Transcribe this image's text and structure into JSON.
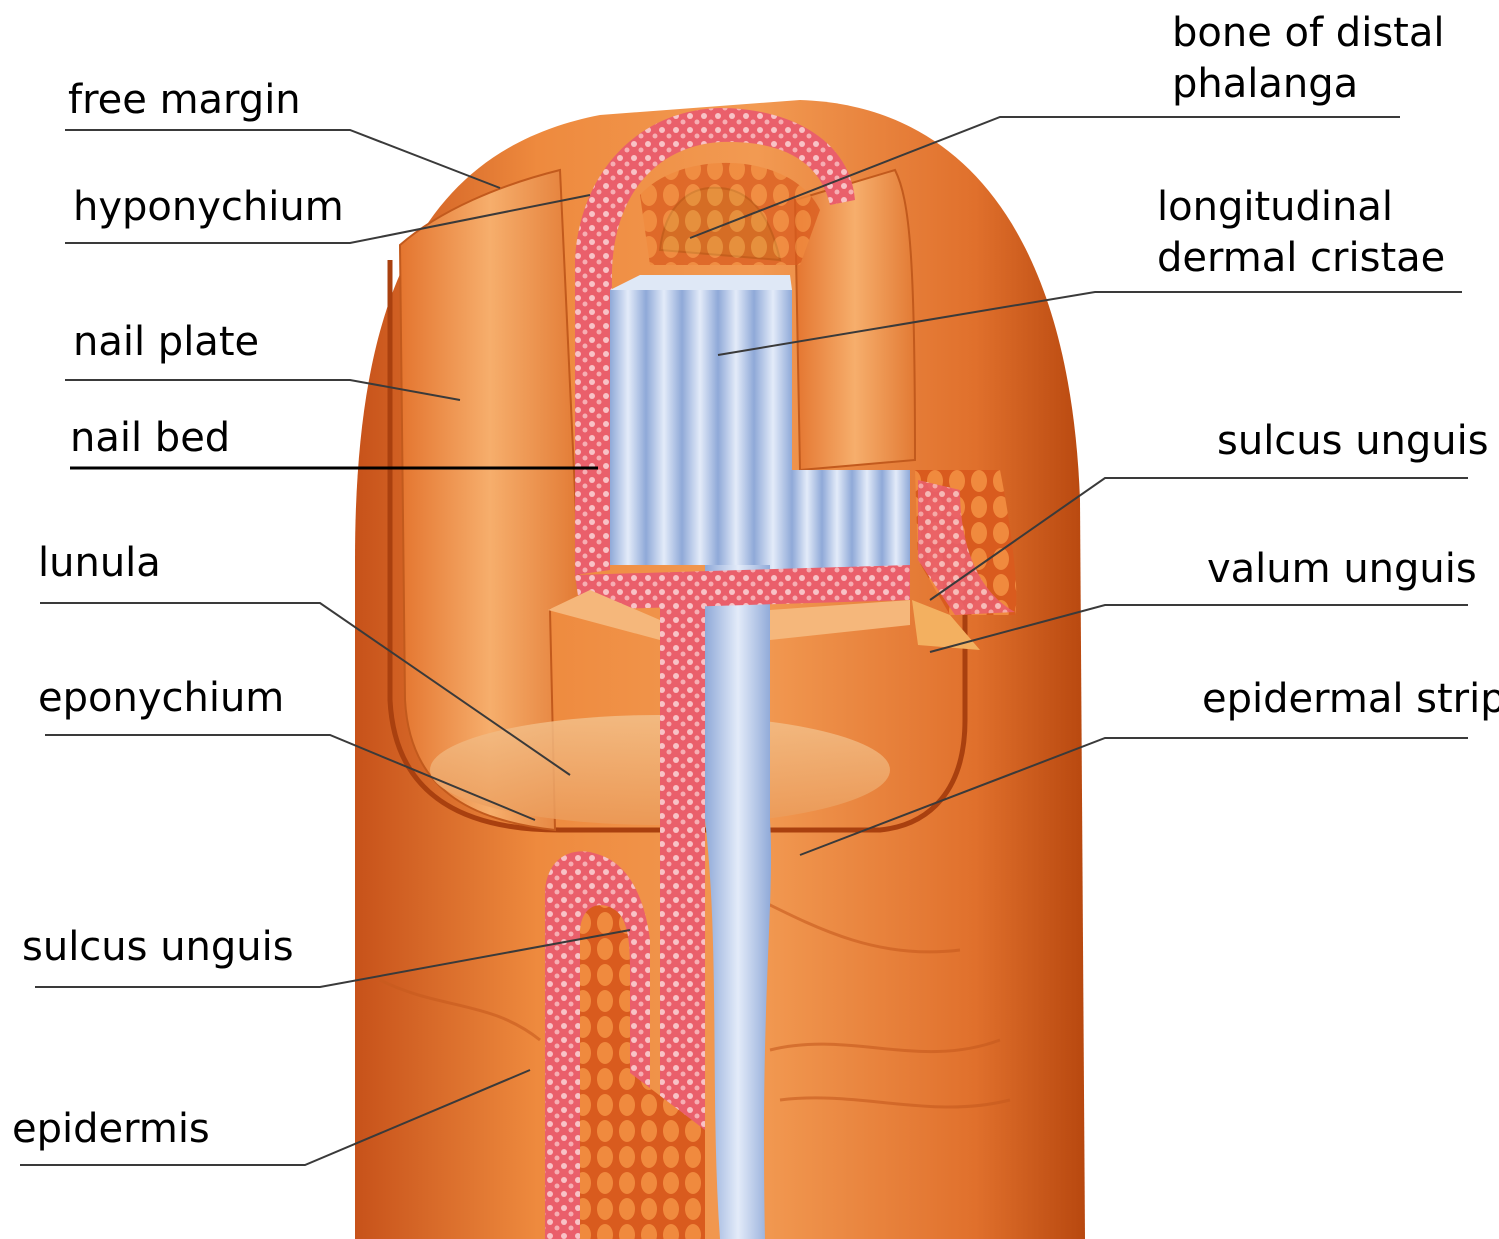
{
  "colors": {
    "skin": "#e8782a",
    "skin_light": "#f4a45e",
    "skin_shadow": "#b94a12",
    "dermis_pink": "#ee6e78",
    "dermis_light": "#f7b0b5",
    "cristae_blue": "#a9c0e6",
    "cristae_light": "#dbe6f7",
    "bone": "#c9a23a",
    "label_text": "#000000"
  },
  "labels": {
    "free_margin": "free margin",
    "hyponychium": "hyponychium",
    "nail_plate": "nail plate",
    "nail_bed": "nail bed",
    "lunula": "lunula",
    "eponychium": "eponychium",
    "sulcus_unguis_left": "sulcus unguis",
    "epidermis": "epidermis",
    "bone_line1": "bone of distal",
    "bone_line2": "phalanga",
    "cristae_line1": "longitudinal",
    "cristae_line2": "dermal cristae",
    "sulcus_unguis_right": "sulcus unguis",
    "valum_unguis": "valum unguis",
    "epidermal_strip": "epidermal strip"
  }
}
